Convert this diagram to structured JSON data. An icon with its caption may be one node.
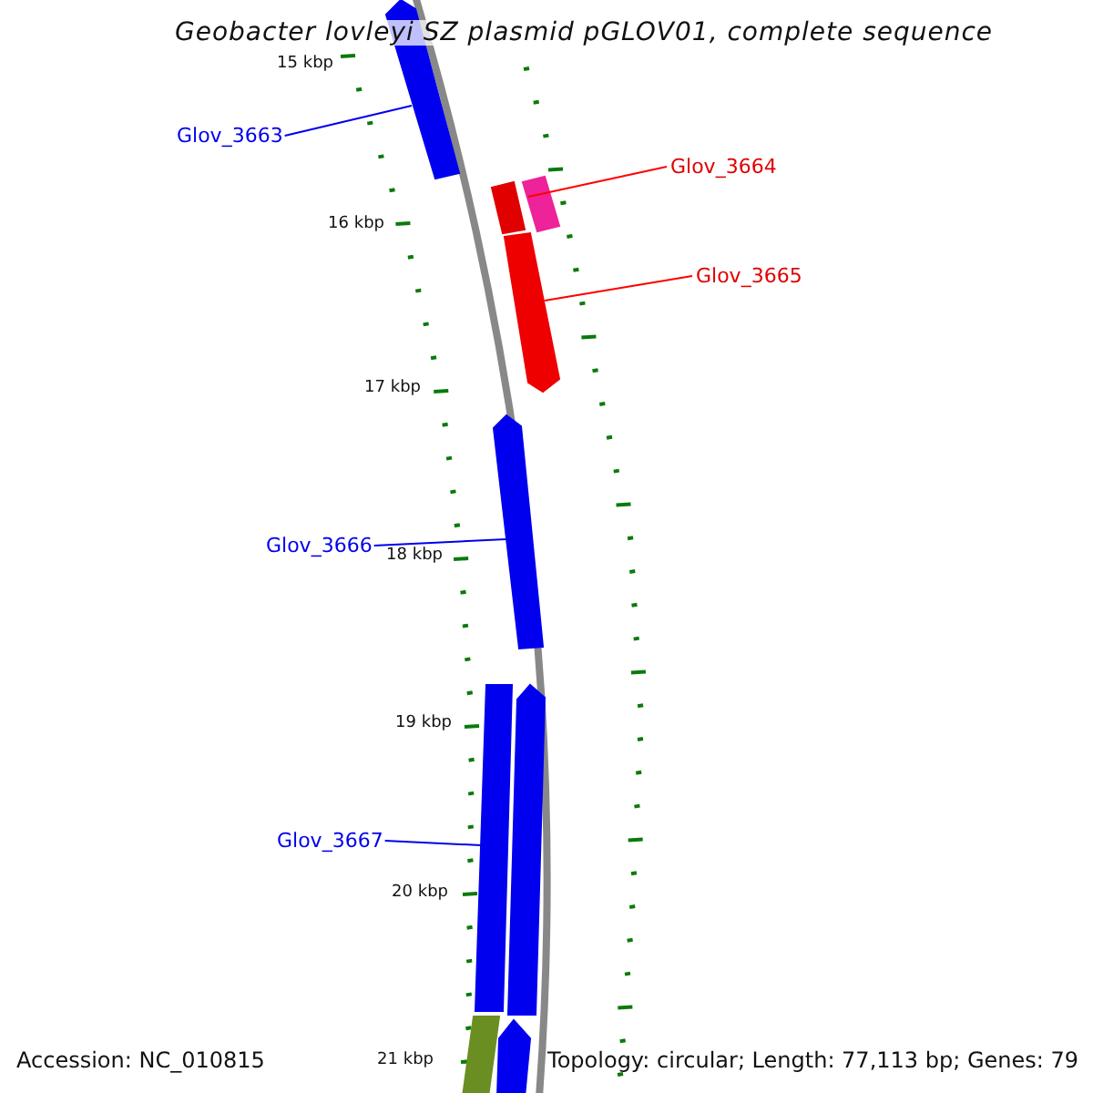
{
  "diagram": {
    "title": "Geobacter lovleyi SZ plasmid pGLOV01, complete sequence",
    "nodes": [
      {
        "text": [
          "Glov_3663"
        ]
      },
      {
        "text": [],
        "shape": "bar"
      },
      {
        "text": [
          "Glov_3664"
        ]
      },
      {
        "text": [],
        "shape": "bar"
      },
      {
        "text": [],
        "shape": "bar"
      },
      {
        "text": [
          "Glov_3665"
        ]
      },
      {
        "text": [],
        "shape": "bar"
      },
      {
        "text": [
          "Glov_3666"
        ]
      },
      {
        "text": [],
        "shape": "bar"
      },
      {
        "text": [
          "Glov_3667"
        ]
      },
      {
        "text": [],
        "shape": "bar"
      },
      {
        "text": [],
        "shape": "bar"
      },
      {
        "text": [],
        "shape": "bar"
      },
      {
        "text": [],
        "shape": "bar"
      }
    ],
    "edges": [
      {
        "from": 0,
        "to": 1,
        "arrow": "none"
      },
      {
        "from": 2,
        "to": 4,
        "arrow": "none",
        "color": "#ff0000"
      },
      {
        "from": 5,
        "to": 6,
        "arrow": "none",
        "color": "#ff0000"
      },
      {
        "from": 7,
        "to": 8,
        "arrow": "none"
      },
      {
        "from": 9,
        "to": 10,
        "arrow": "none"
      }
    ],
    "labels": [
      "15 kbp",
      "16 kbp",
      "17 kbp",
      "18 kbp",
      "19 kbp",
      "20 kbp",
      "21 kbp",
      "Accession: NC_010815",
      "Topology: circular; Length: 77,113 bp; Genes: 79"
    ]
  }
}
